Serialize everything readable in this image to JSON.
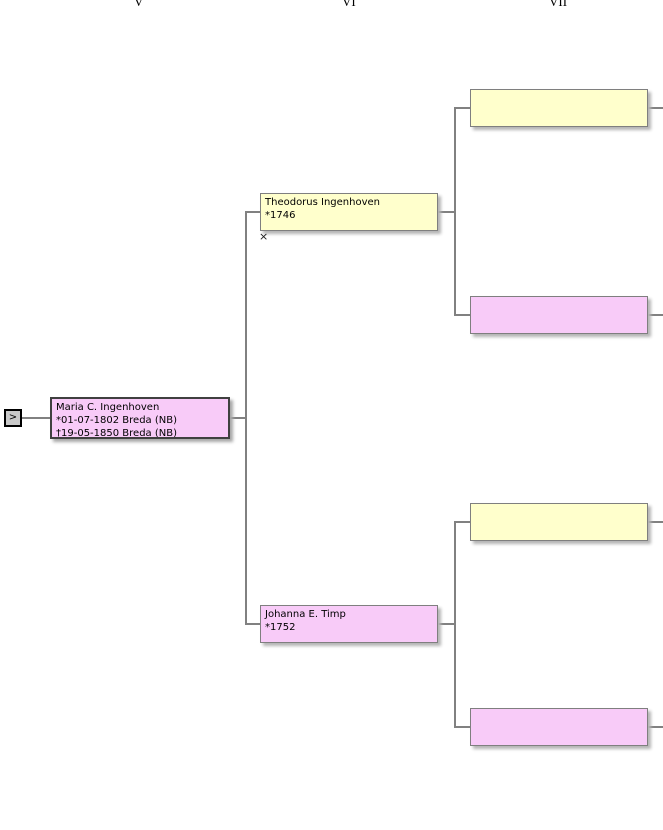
{
  "chart": {
    "type": "pedigree",
    "generation_headers": [
      {
        "label": "V"
      },
      {
        "label": "VI"
      },
      {
        "label": "VII"
      }
    ],
    "marriage_marker": "×",
    "nav_button_label": ">"
  },
  "persons": {
    "proband": {
      "name": "Maria C. Ingenhoven",
      "birth": "*01-07-1802 Breda (NB)",
      "death": "†19-05-1850 Breda (NB)"
    },
    "father": {
      "name": "Theodorus Ingenhoven",
      "birth": "*1746"
    },
    "mother": {
      "name": "Johanna E. Timp",
      "birth": "*1752"
    },
    "grandparents": [
      {
        "name": ""
      },
      {
        "name": ""
      },
      {
        "name": ""
      },
      {
        "name": ""
      }
    ]
  },
  "colors": {
    "male_fill": "#FFFFCC",
    "female_fill": "#F8CBF8",
    "box_border": "#7F7F7F",
    "selected_border": "#404040",
    "connector": "#818181",
    "background": "#FFFFFF"
  }
}
